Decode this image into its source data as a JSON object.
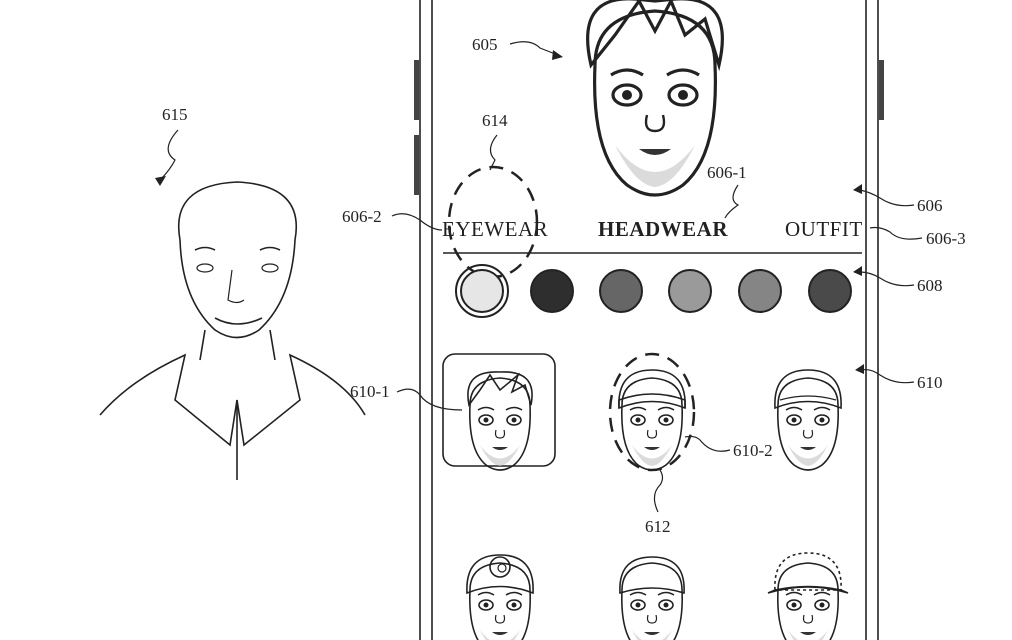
{
  "labels": {
    "avatar": "605",
    "person": "615",
    "indicator": "614",
    "tab_bar": "606",
    "tab_headwear": "606-1",
    "tab_eyewear": "606-2",
    "tab_outfit": "606-3",
    "color_row": "608",
    "options_grid": "610",
    "option_1": "610-1",
    "option_2": "610-2",
    "focus_indicator": "612"
  },
  "tabs": [
    {
      "label": "EYEWEAR",
      "active": false
    },
    {
      "label": "HEADWEAR",
      "active": true
    },
    {
      "label": "OUTFIT",
      "active": false
    }
  ],
  "swatches": [
    "#e6e6e6",
    "#2e2e2e",
    "#666666",
    "#9a9a9a",
    "#858585",
    "#4a4a4a"
  ],
  "selected_swatch": 0
}
